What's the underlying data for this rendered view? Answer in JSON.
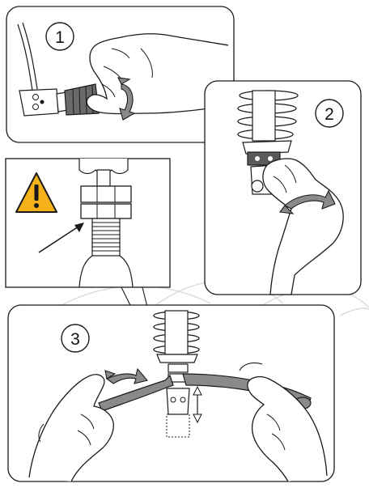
{
  "steps": [
    {
      "label": "1"
    },
    {
      "label": "2"
    },
    {
      "label": "3"
    }
  ],
  "icons": {
    "warning": "warning-triangle-icon",
    "rotate": "rotate-arrow-icon",
    "turn": "turn-arrow-icon",
    "up_down": "up-down-arrow-icon"
  },
  "colors": {
    "warning_fill": "#f6b21a",
    "arrow_gray": "#8a8a8a",
    "line": "#1a1a1a",
    "watermark": "#d9d9d9"
  }
}
